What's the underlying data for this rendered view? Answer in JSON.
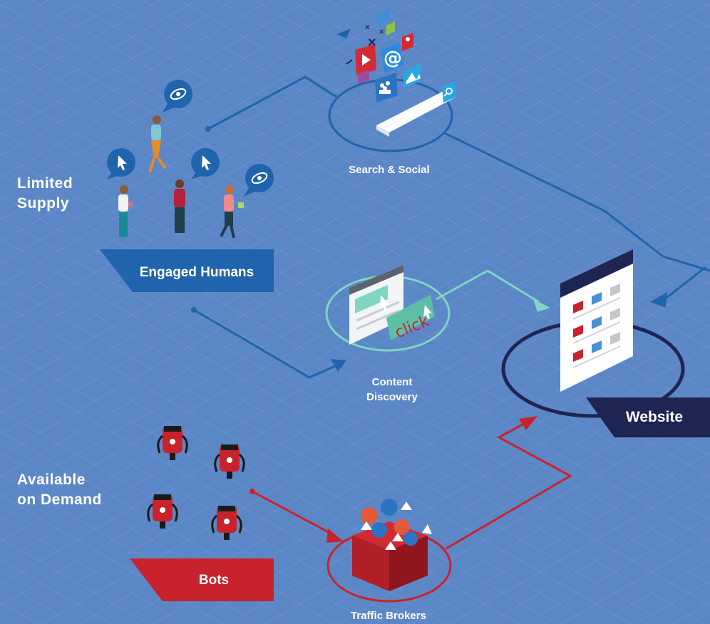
{
  "labels": {
    "limited_supply": "Limited\nSupply",
    "available_on_demand": "Available\non Demand"
  },
  "nodes": {
    "search_social": "Search & Social",
    "content_discovery": "Content\nDiscovery",
    "traffic_brokers": "Traffic Brokers"
  },
  "tags": {
    "engaged_humans": "Engaged Humans",
    "website": "Website",
    "bots": "Bots"
  },
  "click_text": "click",
  "colors": {
    "background": "#5c87c7",
    "human_flow": "#1f64ad",
    "content_flow": "#7fd6c2",
    "bot_flow": "#c8232c",
    "website_navy": "#1e2552"
  },
  "icons": [
    "eye-icon",
    "cursor-icon",
    "at-icon",
    "search-icon",
    "user-group-icon",
    "play-icon",
    "image-icon",
    "robot-icon",
    "gift-box-icon"
  ]
}
